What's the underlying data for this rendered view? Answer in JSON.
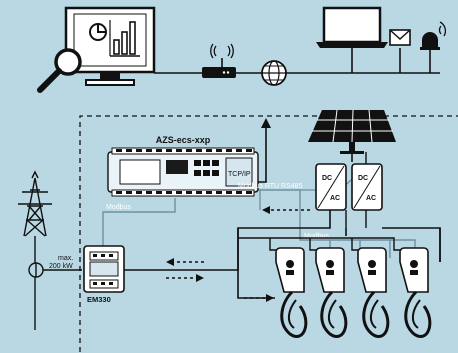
{
  "controller": {
    "name": "AZS-ecs-xxp"
  },
  "links": {
    "tcpip": "TCP/IP",
    "modbus_rtu": "Modbus RTU RS485",
    "modbus_left": "Modbus",
    "modbus_right": "Modbus"
  },
  "grid": {
    "limit_line1": "max.",
    "limit_line2": "200 kW"
  },
  "meter": {
    "name": "EM330"
  },
  "inverters": [
    {
      "top": "DC",
      "bottom": "AC"
    },
    {
      "top": "DC",
      "bottom": "AC"
    }
  ],
  "chargers": [
    {},
    {},
    {},
    {}
  ],
  "colors": {
    "background": "#b9d8e4",
    "line": "#111111",
    "bus": "#6f8fa0"
  }
}
